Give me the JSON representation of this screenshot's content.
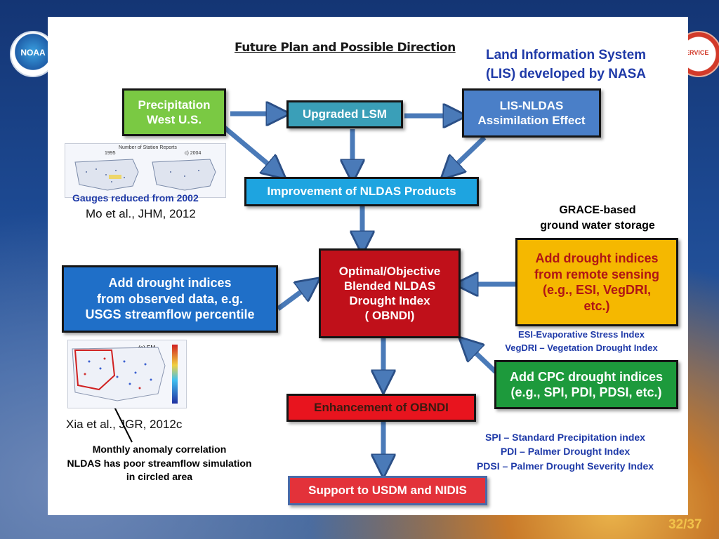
{
  "title": "Future Plan and Possible Direction",
  "lis_note": "Land Information System\n(LIS) developed by NASA",
  "logos": {
    "left": "NOAA",
    "right": "SERVICE"
  },
  "boxes": {
    "precip": "Precipitation\nWest U.S.",
    "upgraded_lsm": "Upgraded LSM",
    "lis_nldas": "LIS-NLDAS\nAssimilation Effect",
    "improvement": "Improvement of NLDAS Products",
    "obndi": "Optimal/Objective\nBlended NLDAS\nDrought Index\n( OBNDI)",
    "observed": "Add drought indices\nfrom observed data, e.g.\nUSGS streamflow percentile",
    "remote": "Add drought indices\nfrom remote sensing\n(e.g., ESI, VegDRI,\netc.)",
    "cpc": "Add CPC drought indices\n(e.g., SPI, PDI, PDSI, etc.)",
    "enhancement": "Enhancement of OBNDI",
    "support": "Support to USDM and NIDIS"
  },
  "notes": {
    "gauges": "Gauges reduced from 2002",
    "mo_ref": "Mo et al., JHM, 2012",
    "grace": "GRACE-based\nground water storage",
    "esi_vegdri": "ESI-Evaporative Stress Index\nVegDRI – Vegetation Drought Index",
    "xia_ref": "Xia et al., JGR, 2012c",
    "monthly": "Monthly anomaly correlation\nNLDAS  has poor streamflow simulation\nin circled area",
    "spi_pdi": "SPI – Standard Precipitation index\nPDI – Palmer Drought Index\nPDSI – Palmer Drought Severity Index"
  },
  "figures": {
    "gauge_map_title": "Number of Station Reports",
    "gauge_map_left": "1995",
    "gauge_map_right": "c) 2004",
    "em_label": "(e) EM"
  },
  "page_number": "32/37",
  "colors": {
    "green": "#7ac943",
    "teal": "#3a9fb8",
    "steel_blue": "#4a7fc8",
    "cyan": "#1ea4e0",
    "dark_red": "#c0101a",
    "blue": "#1f6fc8",
    "gold": "#f5b800",
    "dark_green": "#1d9a3c",
    "red": "#e8141e",
    "rose": "#e3323a",
    "arrow": "#4a7ab8"
  }
}
